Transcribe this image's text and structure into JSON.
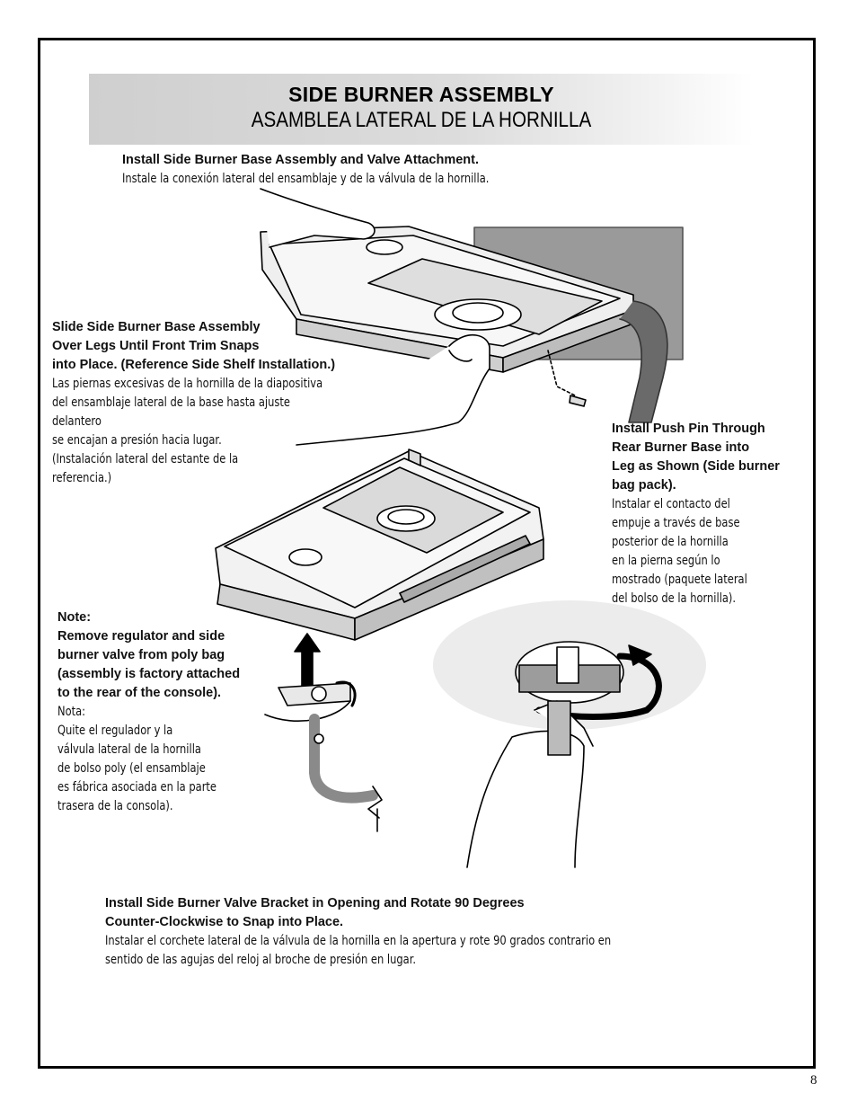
{
  "header": {
    "title_en": "SIDE BURNER ASSEMBLY",
    "title_es": "ASAMBLEA LATERAL DE LA HORNILLA"
  },
  "steps": {
    "install_base": {
      "en": "Install Side Burner Base Assembly and Valve Attachment.",
      "es": "Instale la conexión lateral del ensamblaje y de la válvula de la hornilla."
    },
    "slide": {
      "en": "Slide Side Burner Base Assembly\nOver Legs Until Front Trim Snaps\ninto Place. (Reference Side Shelf Installation.)",
      "es": "Las piernas excesivas de la hornilla de la diapositiva\ndel ensamblaje lateral de la base hasta ajuste delantero\nse encajan a presión hacia lugar.\n(Instalación lateral del estante de la\nreferencia.)"
    },
    "push_pin": {
      "en": "Install Push Pin Through\nRear Burner Base into\nLeg as Shown (Side burner\nbag pack).",
      "es": "Instalar el contacto del\nempuje a través de base\nposterior de la hornilla\nen la pierna según lo\nmostrado (paquete lateral\ndel bolso de la hornilla)."
    },
    "note": {
      "en": "Note:\nRemove regulator and side\nburner valve from poly bag\n(assembly is factory attached\nto the rear of the console).",
      "es": "Nota:\nQuite el regulador y la\nválvula lateral de la hornilla\nde bolso poly (el ensamblaje\nes fábrica asociada en la parte\ntrasera de la consola)."
    },
    "bracket": {
      "en": "Install Side Burner Valve Bracket in Opening and Rotate 90 Degrees\nCounter-Clockwise to Snap into Place.",
      "es": "Instalar el corchete lateral de la válvula de la hornilla en la apertura y rote 90 grados contrario en\nsentido de las agujas del reloj al broche de presión en lugar."
    }
  },
  "page": {
    "number": "8"
  }
}
